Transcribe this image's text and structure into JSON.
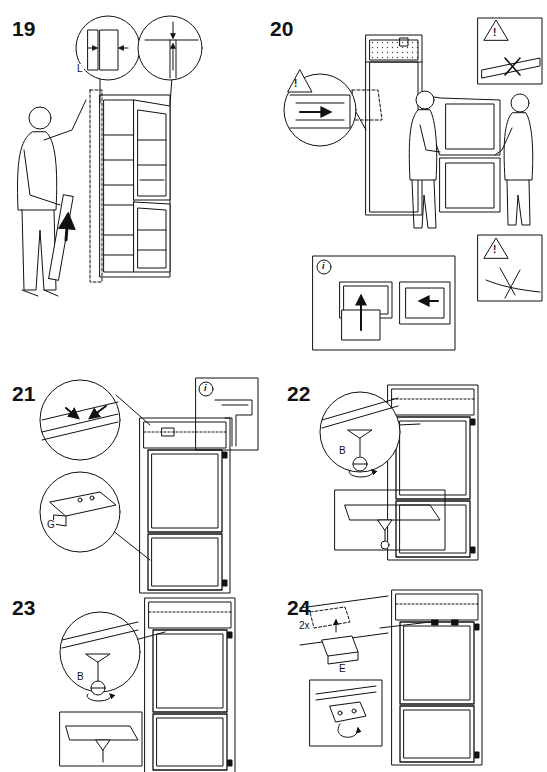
{
  "diagram": {
    "labels": [
      "19",
      "L",
      "20",
      "!",
      "!",
      "!",
      "i",
      "21",
      "G",
      "i",
      "22",
      "B",
      "23",
      "B",
      "24",
      "2x",
      "E"
    ]
  }
}
